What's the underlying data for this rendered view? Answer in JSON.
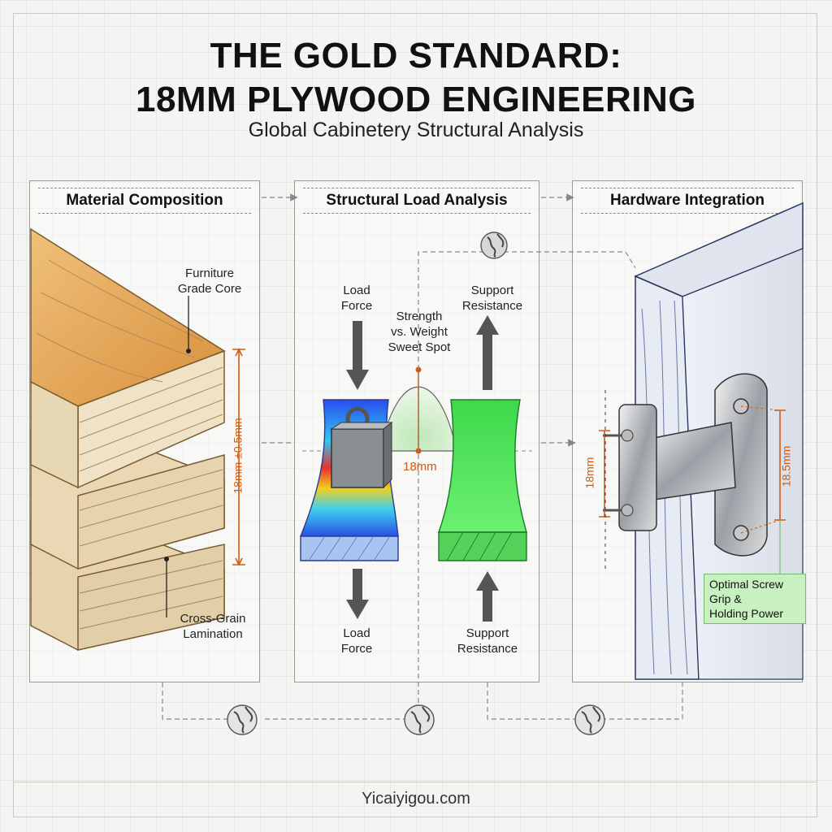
{
  "header": {
    "title_line1": "THE GOLD STANDARD:",
    "title_line2": "18MM PLYWOOD ENGINEERING",
    "subtitle": "Global Cabinetery Structural Analysis"
  },
  "panels": {
    "material": {
      "heading": "Material Composition",
      "label_core_1": "Furniture",
      "label_core_2": "Grade Core",
      "dimension": "18mm ±0.5mm",
      "label_lam_1": "Cross-Grain",
      "label_lam_2": "Lamination"
    },
    "structural": {
      "heading": "Structural Load Analysis",
      "load_top_1": "Load",
      "load_top_2": "Force",
      "support_top_1": "Support",
      "support_top_2": "Resistance",
      "sweet_1": "Strength",
      "sweet_2": "vs. Weight",
      "sweet_3": "Sweet Spot",
      "dimension": "18mm",
      "load_bottom_1": "Load",
      "load_bottom_2": "Force",
      "support_bottom_1": "Support",
      "support_bottom_2": "Resistance"
    },
    "hardware": {
      "heading": "Hardware Integration",
      "dimension_left": "18mm",
      "dimension_right": "18.5mm",
      "callout_1": "Optimal Screw",
      "callout_2": "Grip &",
      "callout_3": "Holding Power"
    }
  },
  "footer": {
    "site": "Yicaiyigou.com"
  },
  "icons": [
    "globe-icon",
    "globe-icon",
    "globe-icon",
    "globe-icon"
  ],
  "colors": {
    "accent_orange": "#d05a10",
    "plywood_top": "#e3a65a",
    "support_green": "#55e05a",
    "callout_green": "#c8f0c0"
  }
}
